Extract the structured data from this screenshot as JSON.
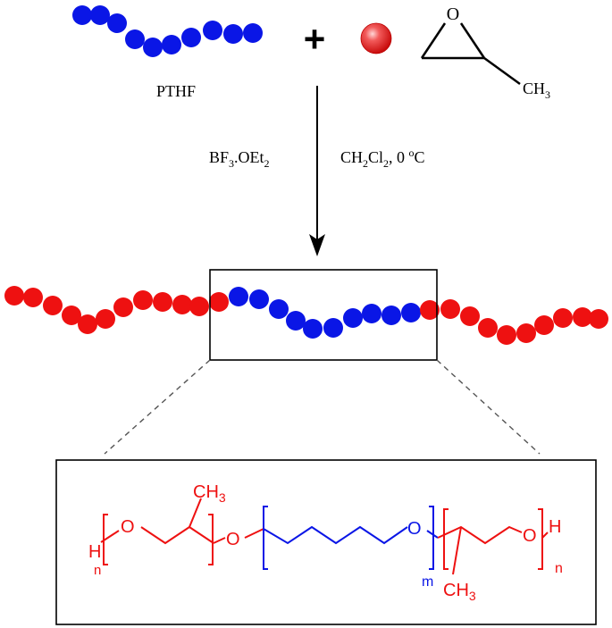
{
  "reactants": {
    "polymer_label": "PTHF",
    "plus_sign": "+",
    "epoxide_oxygen": "O",
    "epoxide_methyl": "CH3"
  },
  "reaction_conditions": {
    "catalyst": "BF3.OEt2",
    "solvent_temperature": "CH2Cl2, 0 °C"
  },
  "structure": {
    "end_h_left": "H",
    "end_h_right": "H",
    "oxygen_1": "O",
    "oxygen_2": "O",
    "oxygen_3": "O",
    "oxygen_4": "O",
    "methyl_top": "CH3",
    "methyl_bottom": "CH3",
    "subscript_n_left": "n",
    "subscript_m": "m",
    "subscript_n_right": "n"
  },
  "colors": {
    "pthf_block": "#0a16e6",
    "ppo_block": "#ee1111",
    "reagent_sphere": "#e8191c",
    "lines": "#000000",
    "structure_red": "#ee1111",
    "structure_blue": "#0a16e6"
  }
}
